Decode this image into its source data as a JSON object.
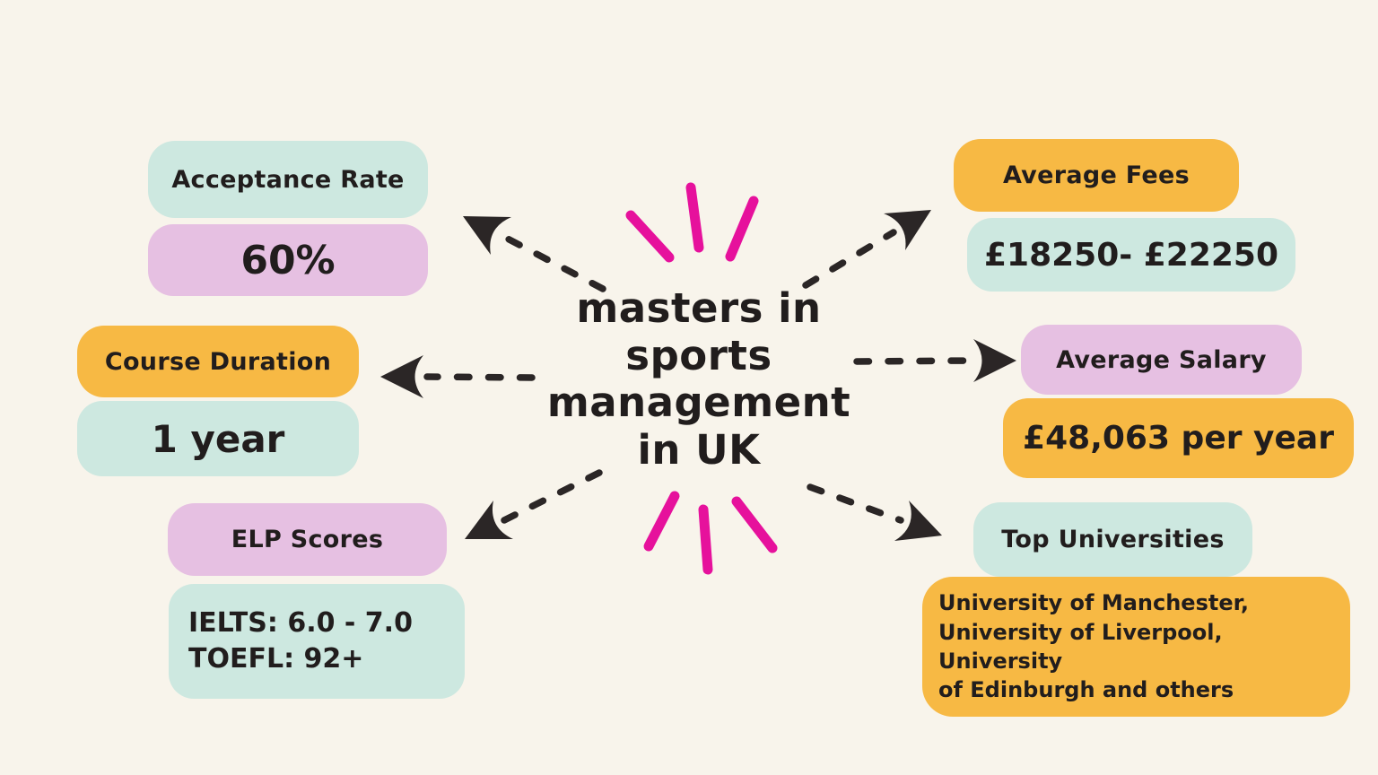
{
  "title": {
    "text": "masters in\nsports\nmanagement\nin UK"
  },
  "colors": {
    "background": "#f8f4eb",
    "mint": "#cde8e0",
    "pink": "#e6c0e2",
    "orange": "#f7b944",
    "magenta_rays": "#e6119c",
    "ink": "#211d1d",
    "arrow": "#2b2626"
  },
  "cards": {
    "acceptance": {
      "label": "Acceptance Rate",
      "value": "60%"
    },
    "duration": {
      "label": "Course Duration",
      "value": "1 year"
    },
    "elp": {
      "label": "ELP Scores",
      "value": "IELTS: 6.0 - 7.0\nTOEFL: 92+"
    },
    "fees": {
      "label": "Average Fees",
      "value": "£18250- £22250"
    },
    "salary": {
      "label": "Average Salary",
      "value": "£48,063 per year"
    },
    "universities": {
      "label": "Top Universities",
      "value": "University of Manchester,\nUniversity of Liverpool, University\nof Edinburgh and others"
    }
  }
}
